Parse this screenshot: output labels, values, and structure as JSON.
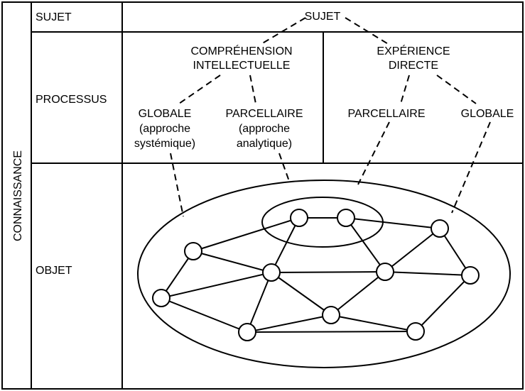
{
  "side_label": "CONNAISSANCE",
  "rows": {
    "sujet": "SUJET",
    "processus": "PROCESSUS",
    "objet": "OBJET"
  },
  "subject": "SUJET",
  "comprehension": {
    "line1": "COMPRÉHENSION",
    "line2": "INTELLECTUELLE",
    "globale": {
      "line1": "GLOBALE",
      "line2": "(approche",
      "line3": "systémique)"
    },
    "parcellaire": {
      "line1": "PARCELLAIRE",
      "line2": "(approche",
      "line3": "analytique)"
    }
  },
  "experience": {
    "line1": "EXPÉRIENCE",
    "line2": "DIRECTE",
    "parcellaire": "PARCELLAIRE",
    "globale": "GLOBALE"
  },
  "network": {
    "nodes": [
      "n-421-307",
      "n-487-307",
      "n-272-354",
      "n-382-384",
      "n-542-383",
      "n-619-322",
      "n-662-388",
      "n-227-420",
      "n-466-444",
      "n-348-468",
      "n-585-467"
    ],
    "edges": [
      [
        "n-421-307",
        "n-487-307"
      ],
      [
        "n-421-307",
        "n-382-384"
      ],
      [
        "n-487-307",
        "n-542-383"
      ],
      [
        "n-487-307",
        "n-619-322"
      ],
      [
        "n-272-354",
        "n-382-384"
      ],
      [
        "n-272-354",
        "n-227-420"
      ],
      [
        "n-272-354",
        "n-421-307"
      ],
      [
        "n-382-384",
        "n-542-383"
      ],
      [
        "n-382-384",
        "n-227-420"
      ],
      [
        "n-382-384",
        "n-466-444"
      ],
      [
        "n-382-384",
        "n-348-468"
      ],
      [
        "n-542-383",
        "n-619-322"
      ],
      [
        "n-542-383",
        "n-662-388"
      ],
      [
        "n-542-383",
        "n-466-444"
      ],
      [
        "n-619-322",
        "n-662-388"
      ],
      [
        "n-227-420",
        "n-348-468"
      ],
      [
        "n-466-444",
        "n-348-468"
      ],
      [
        "n-466-444",
        "n-585-467"
      ],
      [
        "n-348-468",
        "n-585-467"
      ],
      [
        "n-662-388",
        "n-585-467"
      ]
    ]
  }
}
